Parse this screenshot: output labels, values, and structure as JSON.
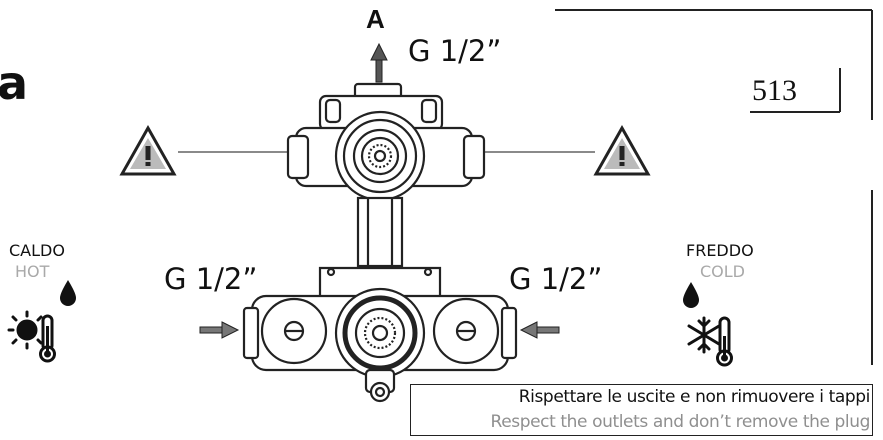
{
  "outlet": {
    "label": "A",
    "connection": "G 1/2”"
  },
  "inlets": {
    "left_connection": "G 1/2”",
    "right_connection": "G 1/2”"
  },
  "code": "513",
  "partial_title": "a",
  "hot_side": {
    "label_it": "CALDO",
    "label_en": "HOT",
    "icon": "sun-thermometer-icon"
  },
  "cold_side": {
    "label_it": "FREDDO",
    "label_en": "COLD",
    "icon": "snowflake-thermometer-icon"
  },
  "notice": {
    "italian": "Rispettare le uscite e non rimuovere i tappi",
    "english": "Respect the outlets and don’t remove the plug"
  },
  "colors": {
    "line": "#222222",
    "secondary_text": "#a9a9a9",
    "warning": "#222222"
  }
}
